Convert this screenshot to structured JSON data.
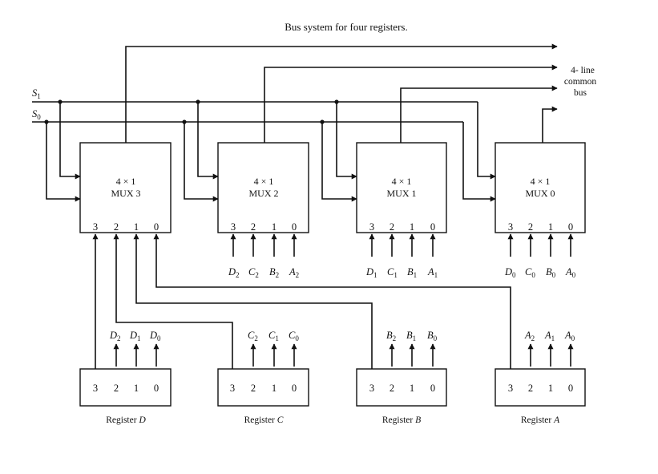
{
  "title": "Bus system for four registers.",
  "select_lines": [
    {
      "name": "S",
      "sub": "1"
    },
    {
      "name": "S",
      "sub": "0"
    }
  ],
  "bus_label": [
    "4- line",
    "common",
    "bus"
  ],
  "muxes": [
    {
      "line1": "4 × 1",
      "line2": "MUX 3",
      "inputs": [
        "3",
        "2",
        "1",
        "0"
      ]
    },
    {
      "line1": "4 × 1",
      "line2": "MUX 2",
      "inputs": [
        "3",
        "2",
        "1",
        "0"
      ],
      "data_inputs": [
        {
          "n": "D",
          "s": "2"
        },
        {
          "n": "C",
          "s": "2"
        },
        {
          "n": "B",
          "s": "2"
        },
        {
          "n": "A",
          "s": "2"
        }
      ]
    },
    {
      "line1": "4 × 1",
      "line2": "MUX 1",
      "inputs": [
        "3",
        "2",
        "1",
        "0"
      ],
      "data_inputs": [
        {
          "n": "D",
          "s": "1"
        },
        {
          "n": "C",
          "s": "1"
        },
        {
          "n": "B",
          "s": "1"
        },
        {
          "n": "A",
          "s": "1"
        }
      ]
    },
    {
      "line1": "4 × 1",
      "line2": "MUX 0",
      "inputs": [
        "3",
        "2",
        "1",
        "0"
      ],
      "data_inputs": [
        {
          "n": "D",
          "s": "0"
        },
        {
          "n": "C",
          "s": "0"
        },
        {
          "n": "B",
          "s": "0"
        },
        {
          "n": "A",
          "s": "0"
        }
      ]
    }
  ],
  "registers": [
    {
      "label": "Register",
      "letter": "D",
      "bits": [
        "3",
        "2",
        "1",
        "0"
      ],
      "outputs": [
        {
          "n": "D",
          "s": "2"
        },
        {
          "n": "D",
          "s": "1"
        },
        {
          "n": "D",
          "s": "0"
        }
      ]
    },
    {
      "label": "Register",
      "letter": "C",
      "bits": [
        "3",
        "2",
        "1",
        "0"
      ],
      "outputs": [
        {
          "n": "C",
          "s": "2"
        },
        {
          "n": "C",
          "s": "1"
        },
        {
          "n": "C",
          "s": "0"
        }
      ]
    },
    {
      "label": "Register",
      "letter": "B",
      "bits": [
        "3",
        "2",
        "1",
        "0"
      ],
      "outputs": [
        {
          "n": "B",
          "s": "2"
        },
        {
          "n": "B",
          "s": "1"
        },
        {
          "n": "B",
          "s": "0"
        }
      ]
    },
    {
      "label": "Register",
      "letter": "A",
      "bits": [
        "3",
        "2",
        "1",
        "0"
      ],
      "outputs": [
        {
          "n": "A",
          "s": "2"
        },
        {
          "n": "A",
          "s": "1"
        },
        {
          "n": "A",
          "s": "0"
        }
      ]
    }
  ]
}
